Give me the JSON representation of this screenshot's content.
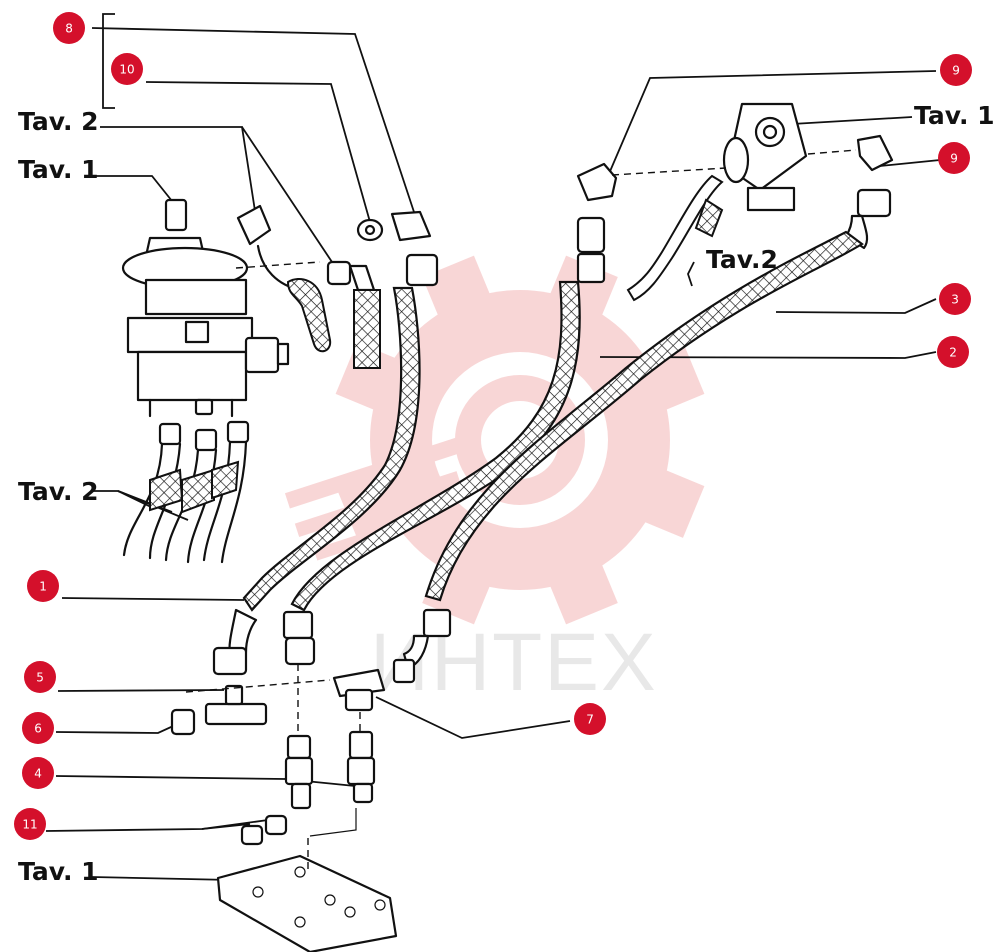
{
  "watermark": {
    "text": "ИНТЕХ",
    "gear_color": "#f4b6b6"
  },
  "callout_color": "#d4102b",
  "callouts": [
    {
      "id": "c8",
      "label": "8"
    },
    {
      "id": "c10",
      "label": "10"
    },
    {
      "id": "c9a",
      "label": "9"
    },
    {
      "id": "c9b",
      "label": "9"
    },
    {
      "id": "c3",
      "label": "3"
    },
    {
      "id": "c2",
      "label": "2"
    },
    {
      "id": "c1",
      "label": "1"
    },
    {
      "id": "c5",
      "label": "5"
    },
    {
      "id": "c6",
      "label": "6"
    },
    {
      "id": "c7",
      "label": "7"
    },
    {
      "id": "c4",
      "label": "4"
    },
    {
      "id": "c11",
      "label": "11"
    }
  ],
  "refs": {
    "tav2_top": "Tav. 2",
    "tav1_top": "Tav. 1",
    "tav2_mid": "Tav. 2",
    "tav1_right": "Tav. 1",
    "tav2_right": "Tav.2",
    "tav1_bottom": "Tav. 1"
  }
}
